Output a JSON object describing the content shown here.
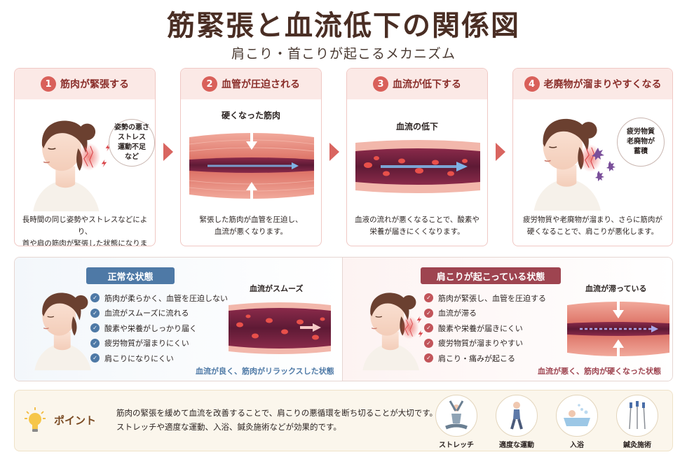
{
  "title": "筋緊張と血流低下の関係図",
  "subtitle": "肩こり・首こりが起こるメカニズム",
  "steps": [
    {
      "num": "1",
      "title": "筋肉が緊張する",
      "bubble": [
        "姿勢の悪さ",
        "ストレス",
        "運動不足",
        "など"
      ],
      "desc": [
        "長時間の同じ姿勢やストレスなどにより、",
        "首や肩の筋肉が緊張した状態になります。"
      ]
    },
    {
      "num": "2",
      "title": "血管が圧迫される",
      "label": "硬くなった筋肉",
      "desc": [
        "緊張した筋肉が血管を圧迫し、",
        "血流が悪くなります。"
      ]
    },
    {
      "num": "3",
      "title": "血流が低下する",
      "label": "血流の低下",
      "desc": [
        "血液の流れが悪くなることで、酸素や",
        "栄養が届きにくくなります。"
      ]
    },
    {
      "num": "4",
      "title": "老廃物が溜まりやすくなる",
      "bubble": [
        "疲労物質",
        "老廃物が",
        "蓄積"
      ],
      "desc": [
        "疲労物質や老廃物が溜まり、さらに筋肉が",
        "硬くなることで、肩こりが悪化します。"
      ]
    }
  ],
  "normal": {
    "badge": "正常な状態",
    "items": [
      "筋肉が柔らかく、血管を圧迫しない",
      "血流がスムーズに流れる",
      "酸素や栄養がしっかり届く",
      "疲労物質が溜まりにくい",
      "肩こりになりにくい"
    ],
    "art_label": "血流がスムーズ",
    "caption": "血流が良く、筋肉がリラックスした状態"
  },
  "stiff": {
    "badge": "肩こりが起こっている状態",
    "items": [
      "筋肉が緊張し、血管を圧迫する",
      "血流が滞る",
      "酸素や栄養が届きにくい",
      "疲労物質が溜まりやすい",
      "肩こり・痛みが起こる"
    ],
    "art_label": "血流が滞っている",
    "caption": "血流が悪く、筋肉が硬くなった状態"
  },
  "point": {
    "label": "ポイント",
    "text": [
      "筋肉の緊張を緩めて血流を改善することで、肩こりの悪循環を断ち切ることが大切です。",
      "ストレッチや適度な運動、入浴、鍼灸施術などが効果的です。"
    ],
    "methods": [
      "ストレッチ",
      "適度な運動",
      "入浴",
      "鍼灸施術"
    ]
  },
  "colors": {
    "accent": "#d9605a",
    "blue": "#4e79a6",
    "wine": "#9e4450",
    "muscle": "#d96a5f",
    "vessel": "#6b1f3a"
  }
}
